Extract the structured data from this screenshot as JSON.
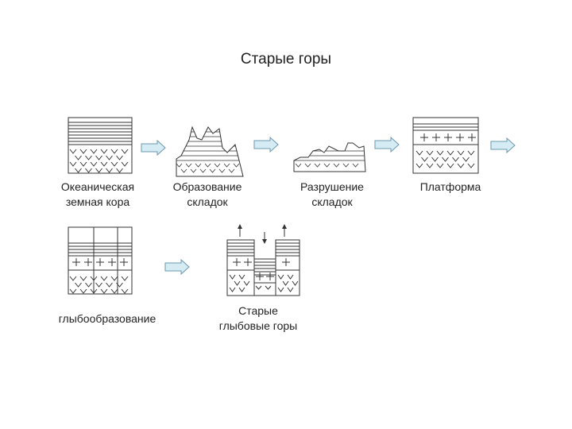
{
  "title": "Старые горы",
  "captions": {
    "oceanic_crust": [
      "Океаническая",
      "земная кора"
    ],
    "folding": [
      "Образование",
      "складок"
    ],
    "destruction": [
      "Разрушение",
      "складок"
    ],
    "platform": "Платформа",
    "block_formation": "глыбообразование",
    "old_block_mountains": [
      "Старые",
      "глыбовые горы"
    ]
  },
  "colors": {
    "arrow_fill": "#d6ecf5",
    "arrow_stroke": "#6b97ad",
    "line": "#333333"
  },
  "icons": [
    "flow-arrow-icon",
    "uplift-arrow-icon",
    "subsidence-arrow-icon"
  ]
}
